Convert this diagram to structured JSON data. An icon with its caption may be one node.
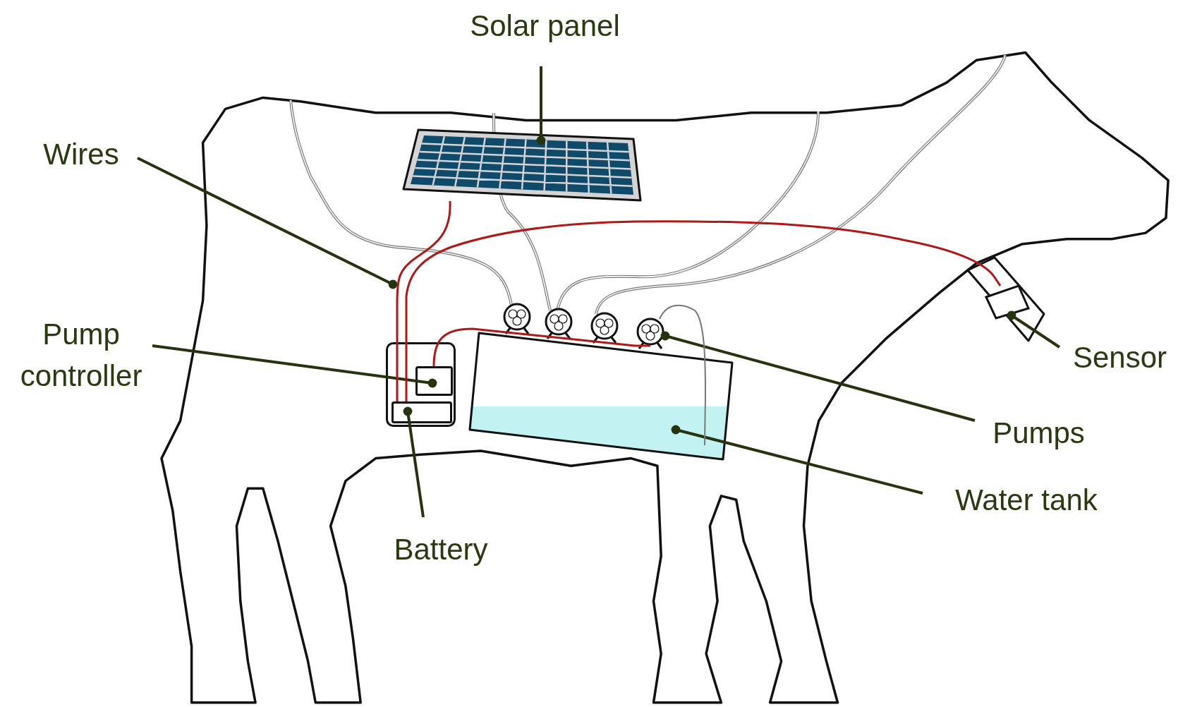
{
  "diagram": {
    "nodes": [
      {
        "text": [
          "Solar panel"
        ]
      },
      {
        "text": [
          "Wires"
        ]
      },
      {
        "text": [
          "Pump controller"
        ]
      },
      {
        "text": [
          "Battery"
        ]
      },
      {
        "text": [
          "Sensor"
        ]
      },
      {
        "text": [
          "Pumps"
        ]
      },
      {
        "text": [
          "Water tank"
        ]
      },
      {
        "text": [],
        "shape": "picture"
      },
      {
        "text": [],
        "shape": "box"
      },
      {
        "text": [],
        "shape": "box",
        "in": 8
      },
      {
        "text": [],
        "shape": "box",
        "in": 8
      },
      {
        "text": [],
        "shape": "box"
      },
      {
        "text": [],
        "shape": "box",
        "in": 11
      },
      {
        "text": [],
        "shape": "box"
      },
      {
        "text": [],
        "shape": "circle"
      },
      {
        "text": [],
        "shape": "circle"
      },
      {
        "text": [],
        "shape": "circle"
      },
      {
        "text": [],
        "shape": "circle"
      }
    ],
    "edges": [
      {
        "from": 0,
        "to": 7,
        "arrow": "other"
      },
      {
        "from": 1,
        "to": null,
        "arrow": "other"
      },
      {
        "from": 2,
        "to": 9,
        "arrow": "other"
      },
      {
        "from": 3,
        "to": 10,
        "arrow": "other"
      },
      {
        "from": 4,
        "to": 12,
        "arrow": "other"
      },
      {
        "from": 5,
        "to": 17,
        "arrow": "other"
      },
      {
        "from": 6,
        "to": 13,
        "arrow": "other"
      },
      {
        "from": 7,
        "to": 10,
        "arrow": "none",
        "color": "#b01818"
      },
      {
        "from": 10,
        "to": 12,
        "arrow": "none",
        "color": "#b01818"
      },
      {
        "from": 9,
        "to": 17,
        "arrow": "none",
        "color": "#b01818"
      },
      {
        "from": 17,
        "to": 13,
        "arrow": "none",
        "color": "#777777"
      }
    ]
  }
}
